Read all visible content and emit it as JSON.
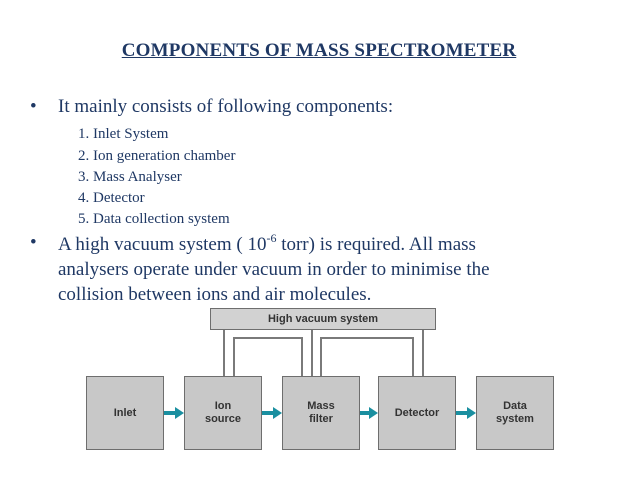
{
  "slide": {
    "title": "COMPONENTS OF MASS SPECTROMETER",
    "bullet_glyph": "•",
    "bullet1": "It mainly consists of following components:",
    "components_list": [
      "1. Inlet System",
      "2. Ion generation chamber",
      "3. Mass Analyser",
      "4. Detector",
      "5. Data collection system"
    ],
    "bullet2": {
      "line1_pre": "A high vacuum system ( 10",
      "line1_sup": "-6",
      "line1_post": " torr) is required.  All mass",
      "line2": "analysers operate under vacuum in order to minimise the",
      "line3": "collision between ions and air molecules."
    }
  },
  "diagram": {
    "vacuum_label": "High vacuum system",
    "components": [
      {
        "line1": "Inlet",
        "line2": ""
      },
      {
        "line1": "Ion",
        "line2": "source"
      },
      {
        "line1": "Mass",
        "line2": "filter"
      },
      {
        "line1": "Detector",
        "line2": ""
      },
      {
        "line1": "Data",
        "line2": "system"
      }
    ]
  }
}
